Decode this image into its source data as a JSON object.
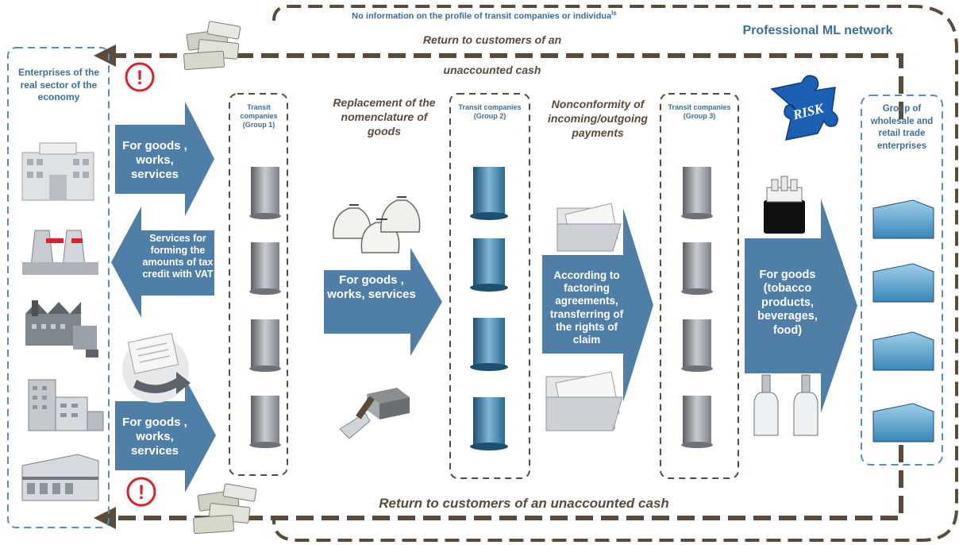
{
  "colors": {
    "arrow_blue": "#4f7fa7",
    "dashed_brown": "#5b4b3a",
    "panel_blue": "#5b8fb5",
    "text_blue": "#3f6f99",
    "alert_red": "#d8232a",
    "puzzle_blue": "#1d5fb5"
  },
  "network": {
    "title": "Professional ML network",
    "no_info_note": "No information on the profile of transit companies or individua",
    "no_info_superscript": "ls"
  },
  "return_top": {
    "line1": "Return to customers of an",
    "line2": "unaccounted cash"
  },
  "return_bottom": "Return to customers of an unaccounted cash",
  "left_panel": {
    "title": "Enterprises of the real sector of the economy",
    "icons": [
      "office-building-icon",
      "power-plant-icon",
      "factory-icon",
      "office-complex-icon",
      "warehouse-icon"
    ]
  },
  "right_panel": {
    "title": "Group of wholesale and retail trade enterprises"
  },
  "left_arrows": {
    "top": "For goods , works, services",
    "middle": "Services for forming the amounts of tax credit with VAT",
    "bottom": "For goods , works, services"
  },
  "groups": [
    {
      "title": "Transit companies (Group 1)"
    },
    {
      "title": "Transit companies (Group 2)"
    },
    {
      "title": "Transit companies (Group 3)"
    }
  ],
  "headings": {
    "replacement": "Replacement of the nomenclature of goods",
    "nonconformity": "Nonconformity of incoming/outgoing payments"
  },
  "middle_arrows": {
    "goods": "For goods , works, services",
    "factoring": "According to factoring agreements, transferring of the rights of claim",
    "final": "For goods (tobacco products, beverages, food)"
  },
  "risk_label": "RISK",
  "alert_symbol": "!"
}
